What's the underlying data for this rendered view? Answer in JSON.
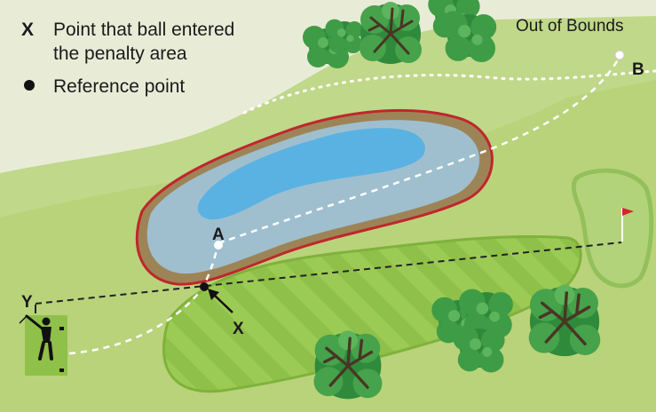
{
  "legend": {
    "entering_point_symbol": "X",
    "entering_point_line1": "Point that ball entered",
    "entering_point_line2": "the penalty area",
    "reference_point_label": "Reference point"
  },
  "labels": {
    "out_of_bounds": "Out of Bounds",
    "point_a": "A",
    "point_b": "B",
    "point_x": "X",
    "point_y": "Y"
  },
  "colors": {
    "out_of_bounds_ground": "#e8ecd7",
    "rough": "#b9d37a",
    "fairway": "#8fc049",
    "fairway_stripe": "#9ccb55",
    "green": "#b2d37a",
    "water": "#5ab2e2",
    "water_shallow": "#9fbfcf",
    "penalty_line": "#c0262d",
    "flag": "#d3262d",
    "ball_path": "#ffffff",
    "reference_line": "#222222"
  },
  "icons": [
    "golfer-icon",
    "flag-icon",
    "tree-icon",
    "ball-icon"
  ]
}
